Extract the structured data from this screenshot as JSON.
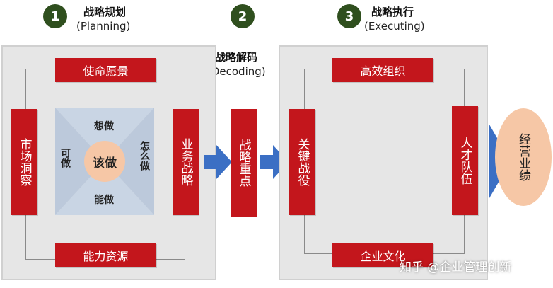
{
  "steps": [
    {
      "number": "1",
      "title": "战略规划",
      "subtitle": "(Planning)"
    },
    {
      "number": "2",
      "title": "战略解码",
      "subtitle": "(Decoding)"
    },
    {
      "number": "3",
      "title": "战略执行",
      "subtitle": "(Executing)"
    }
  ],
  "planning": {
    "top": "使命愿景",
    "bottom": "能力资源",
    "left": "市场洞察",
    "right": "业务战略",
    "center": "该做",
    "tri_top": "想做",
    "tri_left": "可做",
    "tri_right": "怎么做",
    "tri_bottom": "能做"
  },
  "decoding": {
    "box": "战略重点"
  },
  "executing": {
    "top": "高效组织",
    "bottom": "企业文化",
    "left": "关键战役",
    "right": "人才队伍"
  },
  "result": "经营业绩",
  "watermark": "知乎 @企业管理创新",
  "colors": {
    "red": "#c3161c",
    "arrow_blue": "#3b6fc4",
    "peach": "#f6c7a6",
    "badge_green": "#2f4f1e"
  }
}
